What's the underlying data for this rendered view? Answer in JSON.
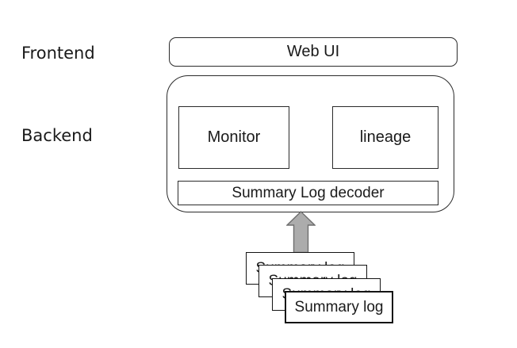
{
  "labels": {
    "frontend": "Frontend",
    "backend": "Backend"
  },
  "frontend": {
    "web_ui": "Web UI"
  },
  "backend": {
    "monitor": "Monitor",
    "lineage": "lineage",
    "decoder": "Summary Log decoder"
  },
  "logs": {
    "label": "Summary log",
    "stack_count": 4
  },
  "colors": {
    "background": "#ffffff",
    "line": "#2b2b2b",
    "text": "#1a1a1a",
    "arrow_fill": "#acacac",
    "arrow_stroke": "#6e6e6e"
  }
}
